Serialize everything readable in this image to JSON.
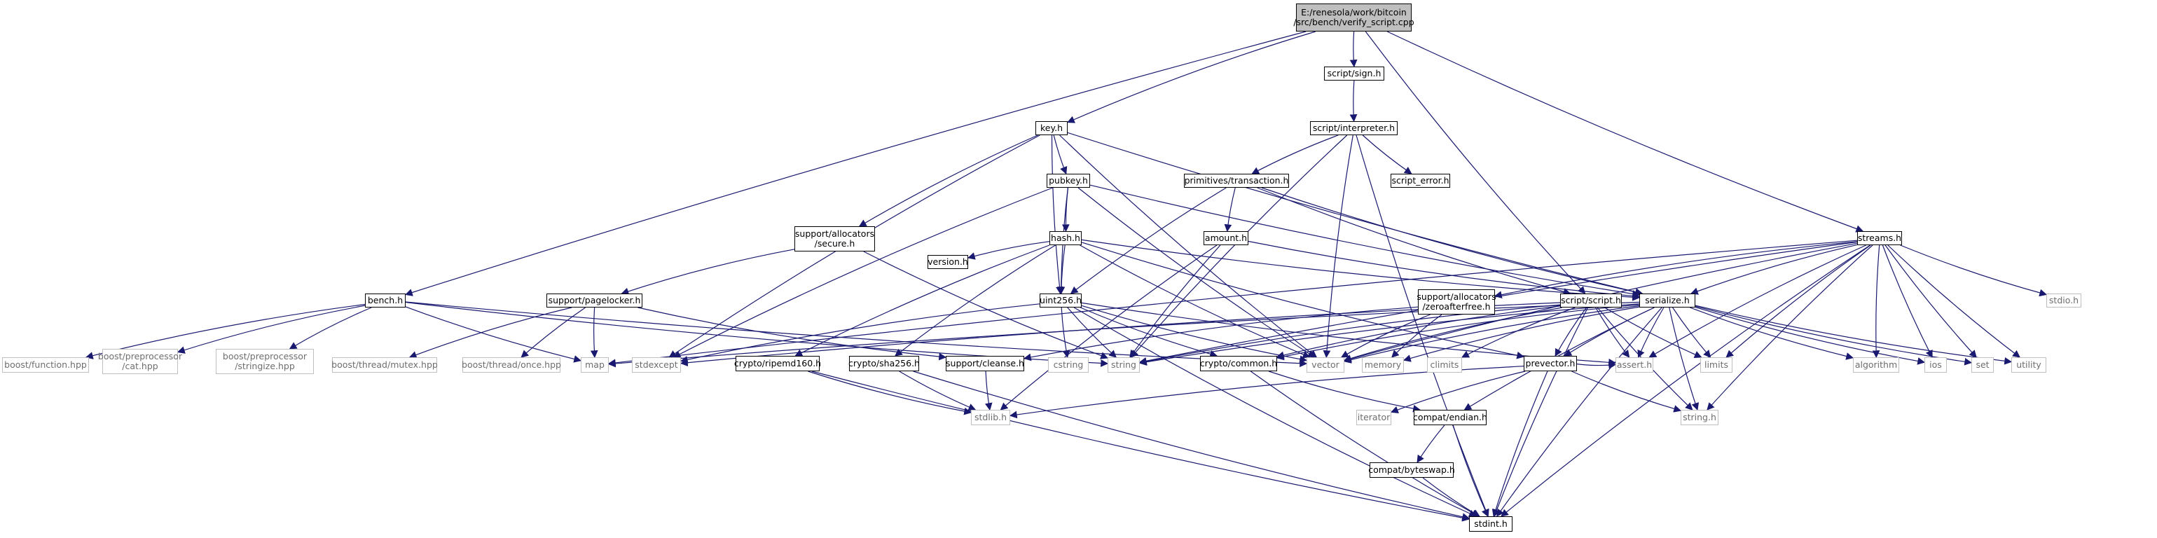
{
  "graph": {
    "root": "verify",
    "nodes": [
      {
        "id": "verify",
        "label": "E:/renesola/work/bitcoin\n/src/bench/verify_script.cpp",
        "kind": "root"
      },
      {
        "id": "scriptsign",
        "label": "script/sign.h",
        "kind": "file"
      },
      {
        "id": "key",
        "label": "key.h",
        "kind": "file"
      },
      {
        "id": "interp",
        "label": "script/interpreter.h",
        "kind": "file"
      },
      {
        "id": "pubkey",
        "label": "pubkey.h",
        "kind": "file"
      },
      {
        "id": "primtx",
        "label": "primitives/transaction.h",
        "kind": "file"
      },
      {
        "id": "scripterror",
        "label": "script_error.h",
        "kind": "file"
      },
      {
        "id": "secure",
        "label": "support/allocators\n/secure.h",
        "kind": "file"
      },
      {
        "id": "hash",
        "label": "hash.h",
        "kind": "file"
      },
      {
        "id": "amount",
        "label": "amount.h",
        "kind": "file"
      },
      {
        "id": "streams",
        "label": "streams.h",
        "kind": "file"
      },
      {
        "id": "version",
        "label": "version.h",
        "kind": "file"
      },
      {
        "id": "bench",
        "label": "bench.h",
        "kind": "file"
      },
      {
        "id": "pagelocker",
        "label": "support/pagelocker.h",
        "kind": "file"
      },
      {
        "id": "uint256",
        "label": "uint256.h",
        "kind": "file"
      },
      {
        "id": "zaf",
        "label": "support/allocators\n/zeroafterfree.h",
        "kind": "file"
      },
      {
        "id": "scripth",
        "label": "script/script.h",
        "kind": "file"
      },
      {
        "id": "serialize",
        "label": "serialize.h",
        "kind": "file"
      },
      {
        "id": "stdioh",
        "label": "stdio.h",
        "kind": "sys"
      },
      {
        "id": "boostfunc",
        "label": "boost/function.hpp",
        "kind": "sys"
      },
      {
        "id": "boostcat",
        "label": "boost/preprocessor\n/cat.hpp",
        "kind": "sys"
      },
      {
        "id": "booststr",
        "label": "boost/preprocessor\n/stringize.hpp",
        "kind": "sys"
      },
      {
        "id": "mutex",
        "label": "boost/thread/mutex.hpp",
        "kind": "sys"
      },
      {
        "id": "once",
        "label": "boost/thread/once.hpp",
        "kind": "sys"
      },
      {
        "id": "map",
        "label": "map",
        "kind": "sys"
      },
      {
        "id": "stdexcept",
        "label": "stdexcept",
        "kind": "sys"
      },
      {
        "id": "ripemd",
        "label": "crypto/ripemd160.h",
        "kind": "file"
      },
      {
        "id": "sha256",
        "label": "crypto/sha256.h",
        "kind": "file"
      },
      {
        "id": "cleanse",
        "label": "support/cleanse.h",
        "kind": "file"
      },
      {
        "id": "cstring",
        "label": "cstring",
        "kind": "sys"
      },
      {
        "id": "string",
        "label": "string",
        "kind": "sys"
      },
      {
        "id": "common",
        "label": "crypto/common.h",
        "kind": "file"
      },
      {
        "id": "vector",
        "label": "vector",
        "kind": "sys"
      },
      {
        "id": "memory",
        "label": "memory",
        "kind": "sys"
      },
      {
        "id": "climits",
        "label": "climits",
        "kind": "sys"
      },
      {
        "id": "prevector",
        "label": "prevector.h",
        "kind": "file"
      },
      {
        "id": "asserth",
        "label": "assert.h",
        "kind": "sys"
      },
      {
        "id": "limits",
        "label": "limits",
        "kind": "sys"
      },
      {
        "id": "algorithm",
        "label": "algorithm",
        "kind": "sys"
      },
      {
        "id": "ios",
        "label": "ios",
        "kind": "sys"
      },
      {
        "id": "set",
        "label": "set",
        "kind": "sys"
      },
      {
        "id": "utility",
        "label": "utility",
        "kind": "sys"
      },
      {
        "id": "stdlibh",
        "label": "stdlib.h",
        "kind": "sys"
      },
      {
        "id": "iterator",
        "label": "iterator",
        "kind": "sys"
      },
      {
        "id": "endian",
        "label": "compat/endian.h",
        "kind": "file"
      },
      {
        "id": "stringh",
        "label": "string.h",
        "kind": "sys"
      },
      {
        "id": "byteswap",
        "label": "compat/byteswap.h",
        "kind": "file"
      },
      {
        "id": "stdint",
        "label": "stdint.h",
        "kind": "file"
      }
    ],
    "edges": [
      [
        "verify",
        "bench"
      ],
      [
        "verify",
        "key"
      ],
      [
        "verify",
        "scriptsign"
      ],
      [
        "verify",
        "scripth"
      ],
      [
        "verify",
        "streams"
      ],
      [
        "scriptsign",
        "interp"
      ],
      [
        "key",
        "pubkey"
      ],
      [
        "key",
        "secure"
      ],
      [
        "key",
        "serialize"
      ],
      [
        "key",
        "uint256"
      ],
      [
        "key",
        "stdexcept"
      ],
      [
        "key",
        "vector"
      ],
      [
        "interp",
        "primtx"
      ],
      [
        "interp",
        "scripterror"
      ],
      [
        "interp",
        "vector"
      ],
      [
        "interp",
        "string"
      ],
      [
        "interp",
        "stdint"
      ],
      [
        "pubkey",
        "hash"
      ],
      [
        "pubkey",
        "serialize"
      ],
      [
        "pubkey",
        "uint256"
      ],
      [
        "pubkey",
        "stdexcept"
      ],
      [
        "pubkey",
        "vector"
      ],
      [
        "primtx",
        "amount"
      ],
      [
        "primtx",
        "scripth"
      ],
      [
        "primtx",
        "serialize"
      ],
      [
        "primtx",
        "uint256"
      ],
      [
        "secure",
        "pagelocker"
      ],
      [
        "secure",
        "string"
      ],
      [
        "hash",
        "ripemd"
      ],
      [
        "hash",
        "sha256"
      ],
      [
        "hash",
        "prevector"
      ],
      [
        "hash",
        "serialize"
      ],
      [
        "hash",
        "uint256"
      ],
      [
        "hash",
        "version"
      ],
      [
        "hash",
        "vector"
      ],
      [
        "amount",
        "serialize"
      ],
      [
        "amount",
        "stdlibh"
      ],
      [
        "amount",
        "string"
      ],
      [
        "bench",
        "boostfunc"
      ],
      [
        "bench",
        "boostcat"
      ],
      [
        "bench",
        "booststr"
      ],
      [
        "bench",
        "map"
      ],
      [
        "bench",
        "string"
      ],
      [
        "bench",
        "vector"
      ],
      [
        "pagelocker",
        "mutex"
      ],
      [
        "pagelocker",
        "once"
      ],
      [
        "pagelocker",
        "map"
      ],
      [
        "pagelocker",
        "cleanse"
      ],
      [
        "uint256",
        "asserth"
      ],
      [
        "uint256",
        "cstring"
      ],
      [
        "uint256",
        "stdexcept"
      ],
      [
        "uint256",
        "stdint"
      ],
      [
        "uint256",
        "string"
      ],
      [
        "uint256",
        "vector"
      ],
      [
        "uint256",
        "common"
      ],
      [
        "streams",
        "zaf"
      ],
      [
        "streams",
        "serialize"
      ],
      [
        "streams",
        "algorithm"
      ],
      [
        "streams",
        "asserth"
      ],
      [
        "streams",
        "ios"
      ],
      [
        "streams",
        "limits"
      ],
      [
        "streams",
        "map"
      ],
      [
        "streams",
        "set"
      ],
      [
        "streams",
        "stdint"
      ],
      [
        "streams",
        "stdioh"
      ],
      [
        "streams",
        "string"
      ],
      [
        "streams",
        "stringh"
      ],
      [
        "streams",
        "utility"
      ],
      [
        "streams",
        "vector"
      ],
      [
        "zaf",
        "cleanse"
      ],
      [
        "zaf",
        "memory"
      ],
      [
        "zaf",
        "vector"
      ],
      [
        "scripth",
        "common"
      ],
      [
        "scripth",
        "prevector"
      ],
      [
        "scripth",
        "asserth"
      ],
      [
        "scripth",
        "climits"
      ],
      [
        "scripth",
        "limits"
      ],
      [
        "scripth",
        "stdexcept"
      ],
      [
        "scripth",
        "stdint"
      ],
      [
        "scripth",
        "stringh"
      ],
      [
        "scripth",
        "string"
      ],
      [
        "scripth",
        "vector"
      ],
      [
        "serialize",
        "common"
      ],
      [
        "serialize",
        "endian"
      ],
      [
        "serialize",
        "algorithm"
      ],
      [
        "serialize",
        "asserth"
      ],
      [
        "serialize",
        "ios"
      ],
      [
        "serialize",
        "limits"
      ],
      [
        "serialize",
        "map"
      ],
      [
        "serialize",
        "memory"
      ],
      [
        "serialize",
        "set"
      ],
      [
        "serialize",
        "stdint"
      ],
      [
        "serialize",
        "string"
      ],
      [
        "serialize",
        "stringh"
      ],
      [
        "serialize",
        "utility"
      ],
      [
        "serialize",
        "vector"
      ],
      [
        "serialize",
        "prevector"
      ],
      [
        "ripemd",
        "stdlibh"
      ],
      [
        "ripemd",
        "stdint"
      ],
      [
        "sha256",
        "stdlibh"
      ],
      [
        "sha256",
        "stdint"
      ],
      [
        "cleanse",
        "stdlibh"
      ],
      [
        "common",
        "stdint"
      ],
      [
        "common",
        "endian"
      ],
      [
        "prevector",
        "stdlibh"
      ],
      [
        "prevector",
        "stdint"
      ],
      [
        "prevector",
        "stringh"
      ],
      [
        "prevector",
        "iterator"
      ],
      [
        "prevector",
        "asserth"
      ],
      [
        "endian",
        "byteswap"
      ],
      [
        "endian",
        "stdint"
      ],
      [
        "byteswap",
        "stdint"
      ]
    ]
  },
  "colors": {
    "edge": "#191970",
    "arrow": "#191970",
    "node_border": "#000000",
    "sys_border": "#bfbfbf",
    "sys_text": "#6e6e6e",
    "root_fill": "#bfbfbf"
  }
}
